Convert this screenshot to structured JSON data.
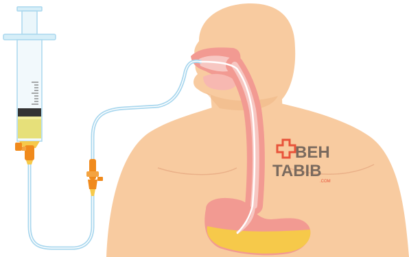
{
  "watermark": {
    "line1": "BEH",
    "line2": "TABIB",
    "suffix": ".COM",
    "icon": "medical-cross-icon",
    "color": "#e8533a",
    "text_color": "#7a6a5e"
  },
  "illustration": {
    "icons": [
      "syringe-icon",
      "feeding-tube-icon",
      "stopcock-valve-icon",
      "human-torso-icon",
      "esophagus-icon",
      "stomach-icon"
    ],
    "colors": {
      "skin": "#f8cba0",
      "skin_dark": "#f0b987",
      "tube": "#a9d7ee",
      "esophagus": "#f29a92",
      "esophagus_inner": "#f7c7c2",
      "stomach_fluid": "#f6c94a",
      "valve": "#f08a1c",
      "syringe_fluid": "#e6e07a"
    }
  }
}
